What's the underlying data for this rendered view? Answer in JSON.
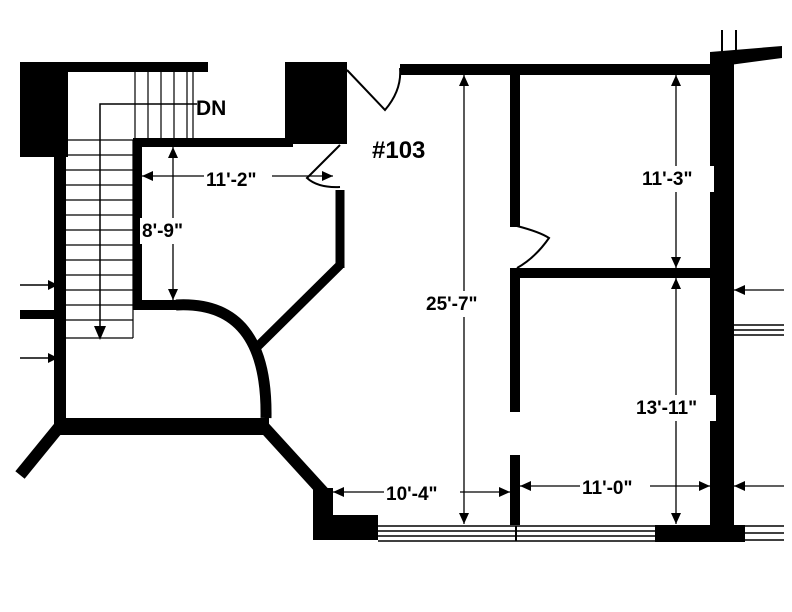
{
  "room_number": "#103",
  "stair_label": "DN",
  "dimensions": {
    "overall_depth": "25'-7\"",
    "upper_room_depth": "11'-3\"",
    "lower_room_depth": "13'-11\"",
    "lobby_width": "11'-2\"",
    "lobby_depth": "8'-9\"",
    "main_room_width": "10'-4\"",
    "side_room_width": "11'-0\""
  },
  "colors": {
    "ink": "#000000",
    "paper": "#ffffff"
  }
}
